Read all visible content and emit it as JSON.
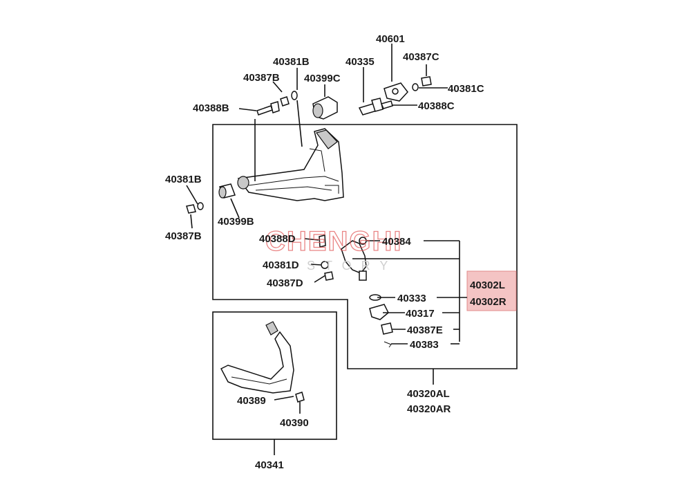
{
  "labels": {
    "p40601": "40601",
    "p40381B_top": "40381B",
    "p40335": "40335",
    "p40387C": "40387C",
    "p40387B_top": "40387B",
    "p40399C": "40399C",
    "p40381C": "40381C",
    "p40388B": "40388B",
    "p40388C": "40388C",
    "p40381B_left": "40381B",
    "p40387B_left": "40387B",
    "p40399B": "40399B",
    "p40388D": "40388D",
    "p40384": "40384",
    "p40381D": "40381D",
    "p40387D": "40387D",
    "p40333": "40333",
    "p40302L": "40302L",
    "p40302R": "40302R",
    "p40317": "40317",
    "p40387E": "40387E",
    "p40383": "40383",
    "p40320AL": "40320AL",
    "p40320AR": "40320AR",
    "p40389": "40389",
    "p40390": "40390",
    "p40341": "40341"
  },
  "watermark": {
    "brand": "CHENGHI",
    "sub": "STORY"
  },
  "colors": {
    "highlight_fill": "#f4c4c4",
    "highlight_border": "#e08a8a",
    "watermark": "#e25b5b",
    "line": "#111111"
  }
}
